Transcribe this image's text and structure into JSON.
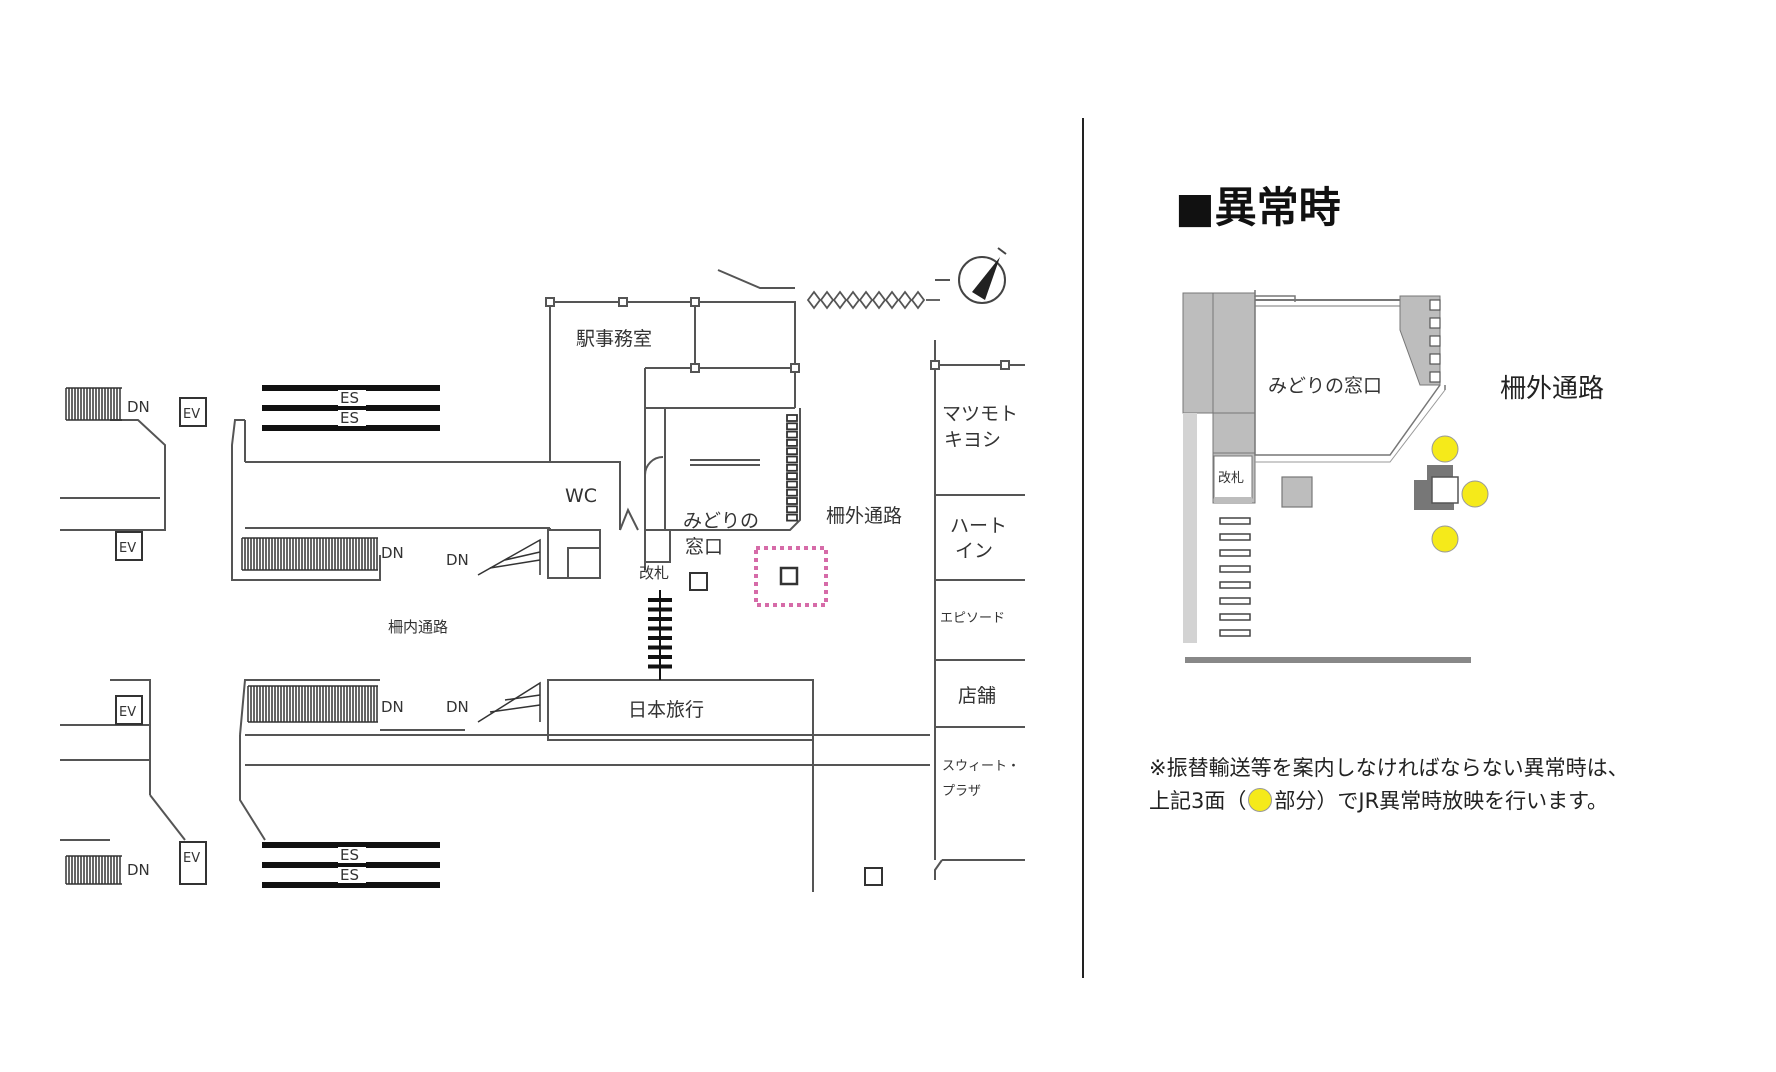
{
  "colors": {
    "line": "#555555",
    "fill_gray": "#bdbdbd",
    "screen_marker": "#d66ba8",
    "screen_circle": "#f5ea1a",
    "divider": "#222222"
  },
  "map": {
    "labels": {
      "station_office": "駅事務室",
      "wc": "WC",
      "midori_window": "みどりの",
      "midori_window_2": "窓口",
      "outside_passage": "柵外通路",
      "inside_passage": "柵内通路",
      "ticket_gate": "改札",
      "nihon_ryoko": "日本旅行",
      "matsumoto": "マツモト",
      "kiyoshi": "キヨシ",
      "heart": "ハート",
      "in": "イン",
      "episode": "エピソード",
      "store": "店舗",
      "sweet": "スウィート・",
      "plaza": "プラザ",
      "dn": "DN",
      "ev": "EV",
      "es": "ES"
    }
  },
  "detail": {
    "title": "■異常時",
    "midori_window": "みどりの窓口",
    "outside_passage": "柵外通路",
    "ticket_gate": "改札"
  },
  "note": {
    "line1": "※振替輸送等を案内しなければならない異常時は、",
    "line2_prefix": "上記3面（",
    "line2_suffix": "部分）でJR異常時放映を行います。"
  }
}
